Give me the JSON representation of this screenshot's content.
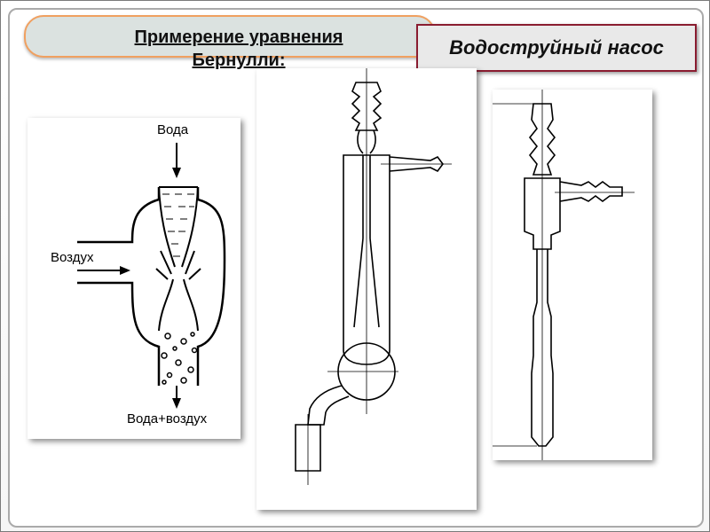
{
  "title": "Примерение уравнения Бернулли:",
  "device_label": "Водоструйный насос",
  "diagram": {
    "label_water": "Вода",
    "label_air": "Воздух",
    "label_mixture": "Вода+воздух"
  }
}
